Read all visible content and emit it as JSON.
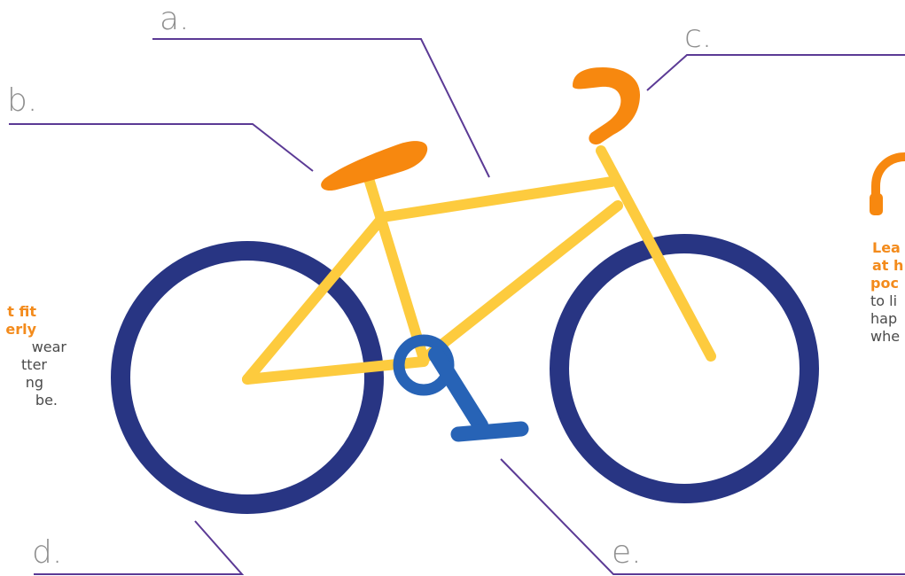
{
  "labels": {
    "a": "a.",
    "b": "b.",
    "c": "c.",
    "d": "d.",
    "e": "e."
  },
  "left_tip": {
    "headline": [
      "t fit",
      "erly"
    ],
    "body": [
      "wear",
      "tter",
      "ng",
      "be."
    ]
  },
  "right_tip": {
    "icon": "headphones-icon",
    "headline": [
      "Lea",
      "at h",
      "poc"
    ],
    "body": [
      "to li",
      "hap",
      "whe"
    ]
  },
  "colors": {
    "frame": "#fdcb3e",
    "wheels": "#283583",
    "crank": "#2763b6",
    "seat_handlebar": "#f7880f",
    "leader_lines": "#5b3a95",
    "label_text": "#8f8f8f",
    "highlight_text": "#f38b1c"
  }
}
